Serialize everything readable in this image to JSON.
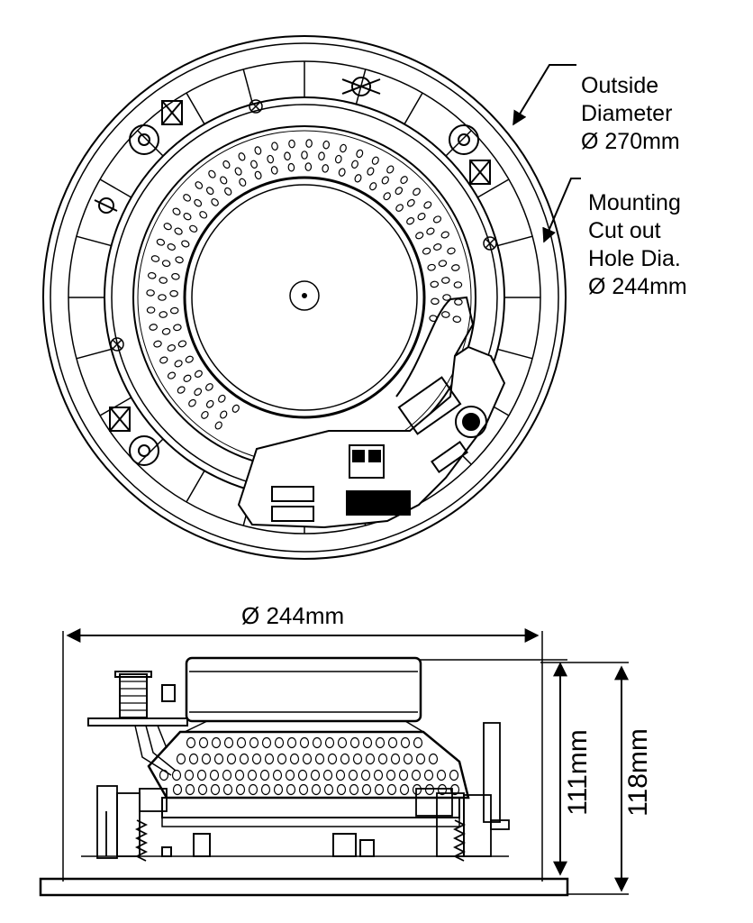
{
  "top_view": {
    "outside_diameter": {
      "line1": "Outside",
      "line2": "Diameter",
      "line3": "Ø 270mm"
    },
    "cutout_diameter": {
      "line1": "Mounting",
      "line2": "Cut out",
      "line3": "Hole Dia.",
      "line4": "Ø 244mm"
    }
  },
  "side_view": {
    "width_label": "Ø 244mm",
    "height_inner_label": "111mm",
    "height_outer_label": "118mm"
  }
}
